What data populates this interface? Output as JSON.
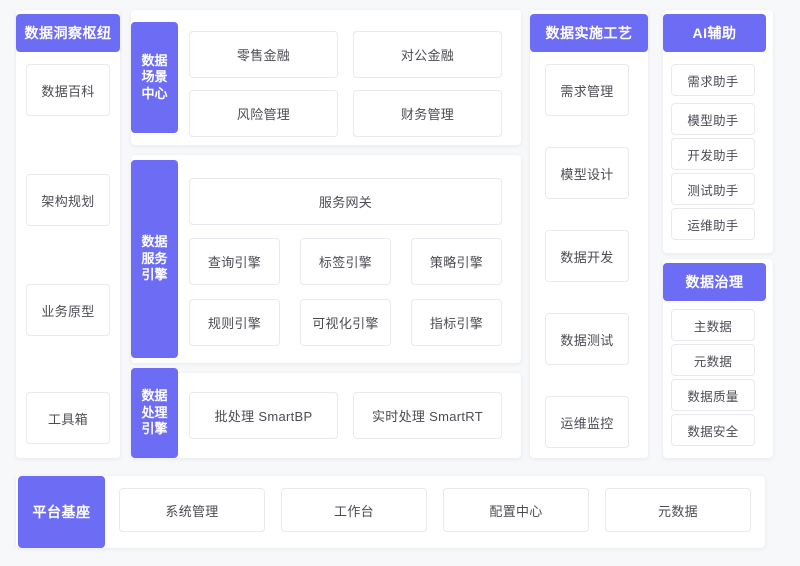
{
  "theme": {
    "accent": "#6c6cf5",
    "surface": "#ffffff",
    "page_background": "#f7f8fa",
    "box_border": "#e9e9ee",
    "box_text": "#4b4b55"
  },
  "columns": {
    "insight_hub": {
      "header": "数据洞察枢纽",
      "items": [
        "数据百科",
        "架构规划",
        "业务原型",
        "工具箱"
      ]
    },
    "center": {
      "groups": [
        {
          "rail": "数据场景中心",
          "rail_lines": [
            "数据",
            "场景",
            "中心"
          ],
          "items": [
            "零售金融",
            "对公金融",
            "风险管理",
            "财务管理"
          ]
        },
        {
          "rail": "数据服务引擎",
          "rail_lines": [
            "数据",
            "服务",
            "引擎"
          ],
          "gateway": "服务网关",
          "items": [
            "查询引擎",
            "标签引擎",
            "策略引擎",
            "规则引擎",
            "可视化引擎",
            "指标引擎"
          ]
        },
        {
          "rail": "数据处理引擎",
          "rail_lines": [
            "数据",
            "处理",
            "引擎"
          ],
          "items": [
            "批处理 SmartBP",
            "实时处理  SmartRT"
          ]
        }
      ]
    },
    "implementation": {
      "header": "数据实施工艺",
      "items": [
        "需求管理",
        "模型设计",
        "数据开发",
        "数据测试",
        "运维监控"
      ]
    },
    "ai_assist": {
      "header": "AI辅助",
      "items": [
        "需求助手",
        "模型助手",
        "开发助手",
        "测试助手",
        "运维助手"
      ]
    },
    "governance": {
      "header": "数据治理",
      "items": [
        "主数据",
        "元数据",
        "数据质量",
        "数据安全"
      ]
    }
  },
  "platform_base": {
    "header": "平台基座",
    "items": [
      "系统管理",
      "工作台",
      "配置中心",
      "元数据"
    ]
  }
}
